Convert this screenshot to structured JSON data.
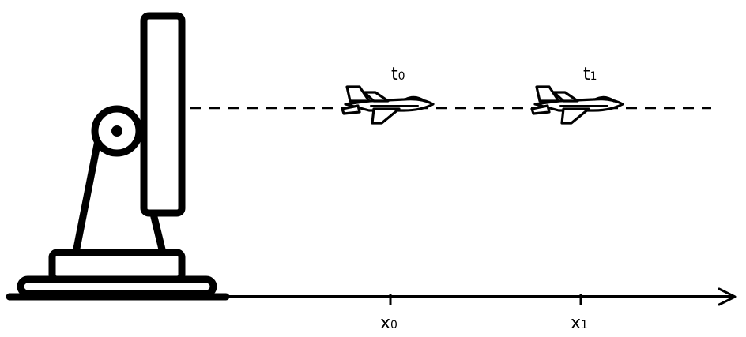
{
  "diagram": {
    "aircraft": [
      {
        "time_label": "t",
        "time_subscript": "0",
        "position_label": "x",
        "position_subscript": "0"
      },
      {
        "time_label": "t",
        "time_subscript": "1",
        "position_label": "x",
        "position_subscript": "1"
      }
    ],
    "colors": {
      "stroke": "#000000",
      "background": "#ffffff"
    },
    "icons": [
      "radar-antenna-icon",
      "jet-aircraft-icon",
      "axis-arrow-icon"
    ]
  }
}
